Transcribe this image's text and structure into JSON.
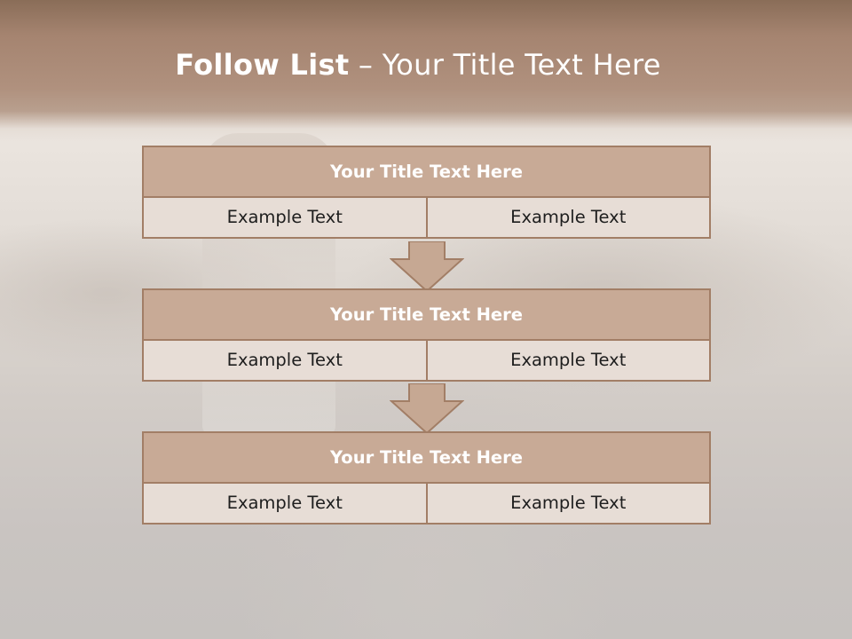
{
  "slide": {
    "title_bold": "Follow List",
    "title_rest": " – Your Title Text Here"
  },
  "blocks": [
    {
      "title": "Your Title Text Here",
      "left": "Example Text",
      "right": "Example Text"
    },
    {
      "title": "Your Title Text Here",
      "left": "Example Text",
      "right": "Example Text"
    },
    {
      "title": "Your Title Text Here",
      "left": "Example Text",
      "right": "Example Text"
    }
  ],
  "arrows": [
    {
      "icon": "down-arrow-icon"
    },
    {
      "icon": "down-arrow-icon"
    }
  ],
  "colors": {
    "header_band": "#a58470",
    "block_title": "#c8aa96",
    "block_cell": "#e7ddd6",
    "block_border": "#a27e66",
    "arrow_fill": "#c6a893"
  }
}
